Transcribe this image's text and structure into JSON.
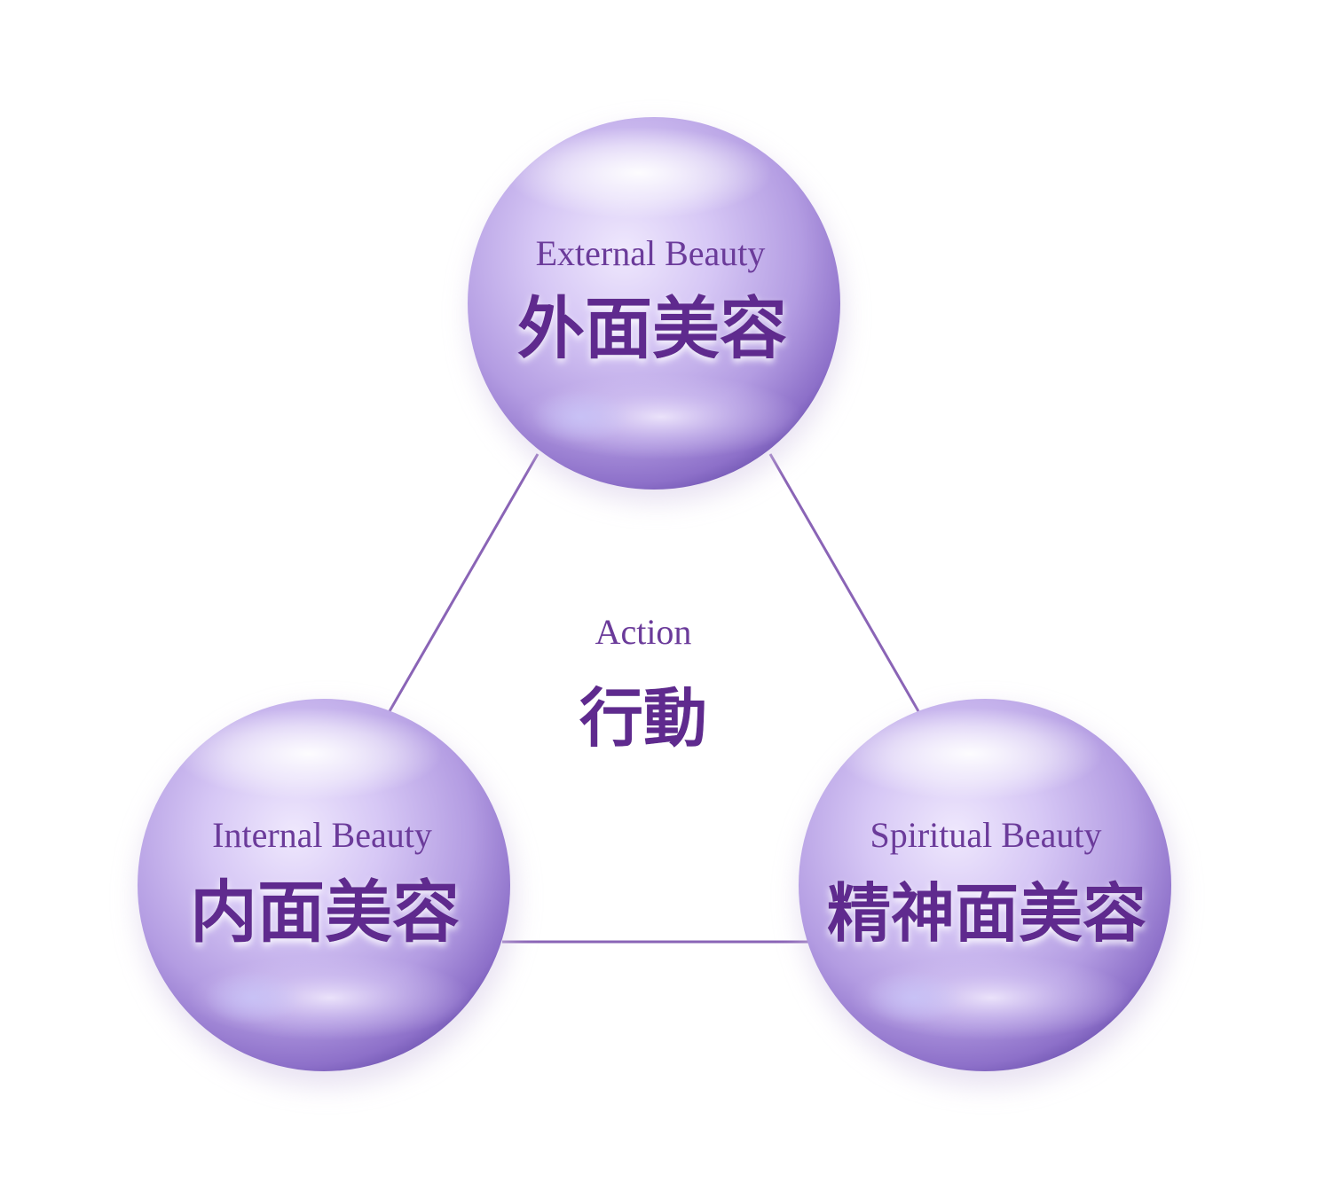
{
  "colors": {
    "background": "#ffffff",
    "line": "#8a64b6",
    "text_en": "#6b3b9a",
    "text_jp": "#5e2c8e",
    "bubble_light": "#ece4fb",
    "bubble_mid": "#b9a3e4",
    "bubble_dark": "#8466c4"
  },
  "diagram": {
    "nodes": [
      {
        "id": "external",
        "label_en": "External Beauty",
        "label_jp": "外面美容"
      },
      {
        "id": "internal",
        "label_en": "Internal Beauty",
        "label_jp": "内面美容"
      },
      {
        "id": "spiritual",
        "label_en": "Spiritual Beauty",
        "label_jp": "精神面美容"
      }
    ],
    "edges": [
      {
        "from": "external",
        "to": "internal"
      },
      {
        "from": "external",
        "to": "spiritual"
      },
      {
        "from": "internal",
        "to": "spiritual"
      }
    ],
    "center": {
      "label_en": "Action",
      "label_jp": "行動"
    }
  }
}
